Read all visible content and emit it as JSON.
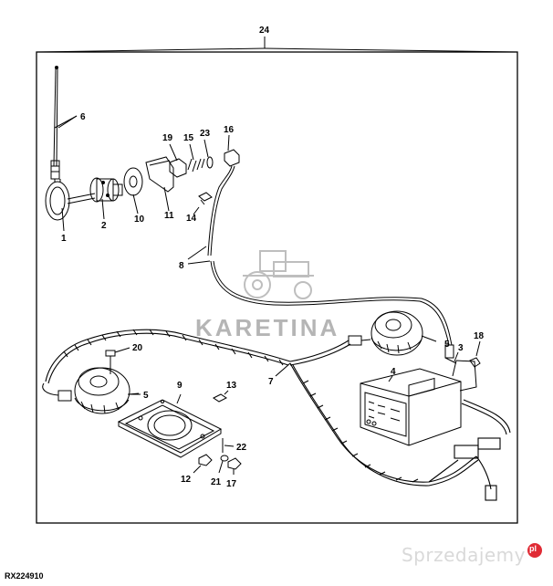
{
  "diagram": {
    "assembly_callout": "24",
    "part_callouts": {
      "p1": "1",
      "p2": "2",
      "p3": "3",
      "p4": "4",
      "p5a": "5",
      "p5b": "5",
      "p6": "6",
      "p7": "7",
      "p8": "8",
      "p9": "9",
      "p10": "10",
      "p11": "11",
      "p12": "12",
      "p13": "13",
      "p14": "14",
      "p15": "15",
      "p16": "16",
      "p17": "17",
      "p18": "18",
      "p19": "19",
      "p20": "20",
      "p21": "21",
      "p22": "22",
      "p23": "23"
    },
    "drawing_code": "RX224910"
  },
  "watermark": {
    "center_text": "KARETINA",
    "corner_text": "Sprzedajemy",
    "corner_badge": "pl",
    "center_color": "#b5b5b5",
    "badge_color": "#e02b35"
  }
}
